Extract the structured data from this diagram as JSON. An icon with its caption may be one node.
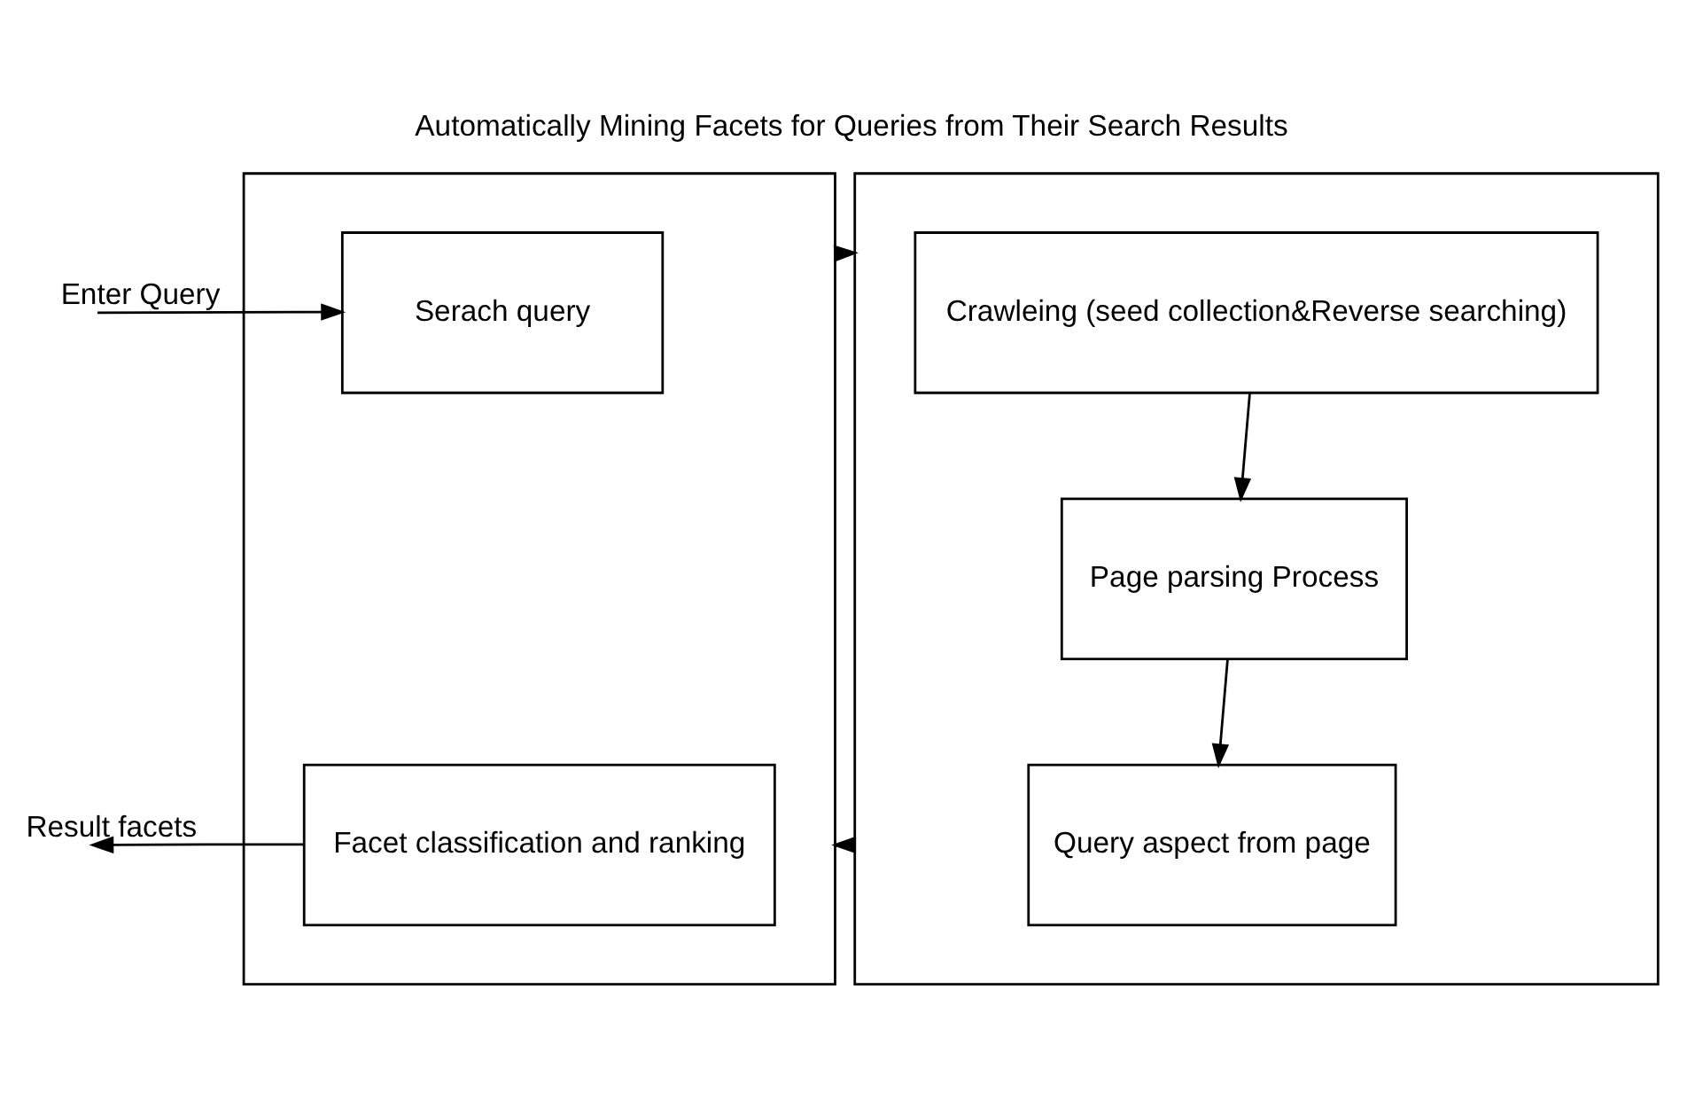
{
  "diagram": {
    "title": "Automatically Mining Facets for Queries from Their Search Results",
    "nodes": [
      {
        "text": [],
        "shape": "box"
      },
      {
        "text": [
          "Serach query"
        ],
        "in": 0
      },
      {
        "text": [
          "Facet classification and ranking"
        ],
        "in": 0
      },
      {
        "text": [],
        "shape": "box"
      },
      {
        "text": [
          "Crawleing (seed collection&Reverse searching)"
        ],
        "in": 3
      },
      {
        "text": [
          "Page parsing Process"
        ],
        "in": 3
      },
      {
        "text": [
          "Query aspect from page"
        ],
        "in": 3
      }
    ],
    "edges": [
      {
        "from": null,
        "to": 1,
        "arrow": "to",
        "label": "Enter Query"
      },
      {
        "from": 0,
        "to": 3,
        "arrow": "to"
      },
      {
        "from": 4,
        "to": 5,
        "arrow": "to"
      },
      {
        "from": 5,
        "to": 6,
        "arrow": "to"
      },
      {
        "from": 3,
        "to": 0,
        "arrow": "to"
      },
      {
        "from": 2,
        "to": null,
        "arrow": "to",
        "label": "Result facets"
      }
    ]
  }
}
